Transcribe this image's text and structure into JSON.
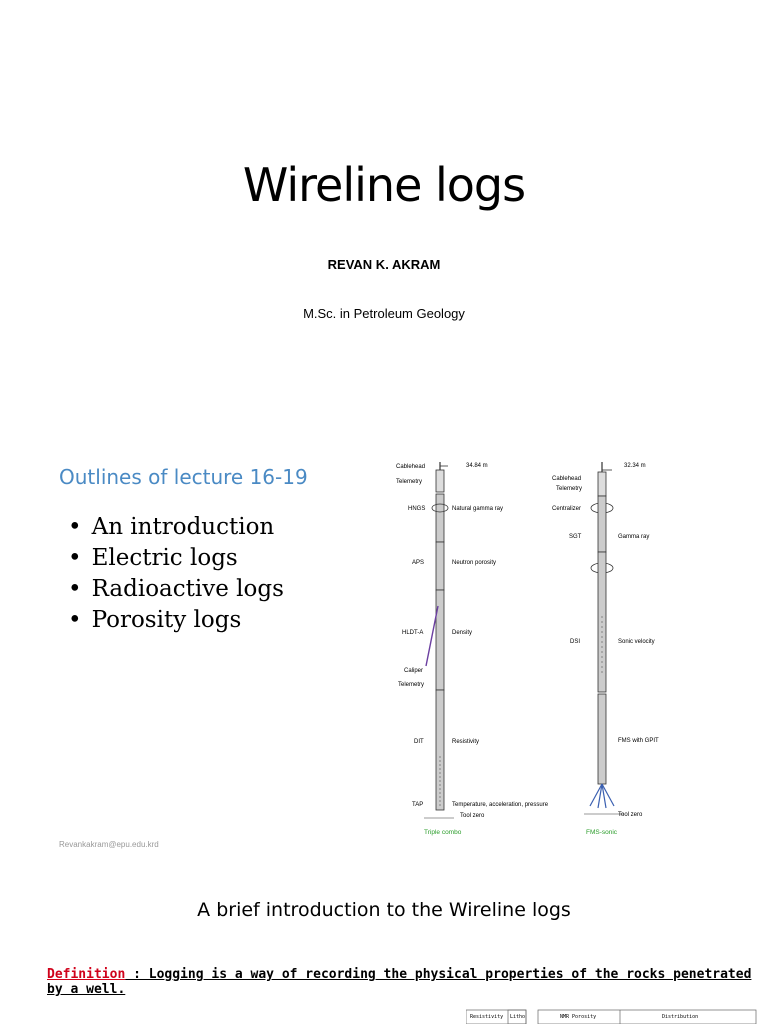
{
  "slide1": {
    "title": "Wireline logs",
    "author": "REVAN K. AKRAM",
    "degree": "M.Sc. in Petroleum Geology"
  },
  "slide2": {
    "heading": "Outlines of lecture 16-19",
    "bullets": [
      "An introduction",
      "Electric logs",
      "Radioactive logs",
      "Porosity logs"
    ],
    "email": "Revankakram@epu.edu.krd",
    "diagram": {
      "left_tool": {
        "top_length": "34.84 m",
        "labels": [
          "Cablehead",
          "Telemetry",
          "HNGS",
          "APS",
          "HLDT-A",
          "Caliper",
          "Telemetry",
          "DIT",
          "TAP"
        ],
        "descriptions": [
          "Natural gamma ray",
          "Neutron porosity",
          "Density",
          "Resistivity",
          "Temperature, acceleration, pressure",
          "Tool zero"
        ],
        "caption": "Triple combo",
        "caption_color": "#2a9d2a"
      },
      "right_tool": {
        "top_length": "32.34 m",
        "labels": [
          "Cablehead",
          "Telemetry",
          "Centralizer",
          "SGT",
          "DSI"
        ],
        "descriptions": [
          "Gamma ray",
          "Sonic velocity",
          "FMS with GPIT",
          "Tool zero"
        ],
        "caption": "FMS-sonic",
        "caption_color": "#2a9d2a"
      }
    }
  },
  "slide3": {
    "title": "A brief introduction to the Wireline logs",
    "definition_label": "Definition",
    "definition_text": " : Logging is a way of recording the physical properties of the rocks penetrated by a well.",
    "table_headers": [
      "Resistivity",
      "Litho",
      "NMR Porosity",
      "Distribution"
    ]
  }
}
